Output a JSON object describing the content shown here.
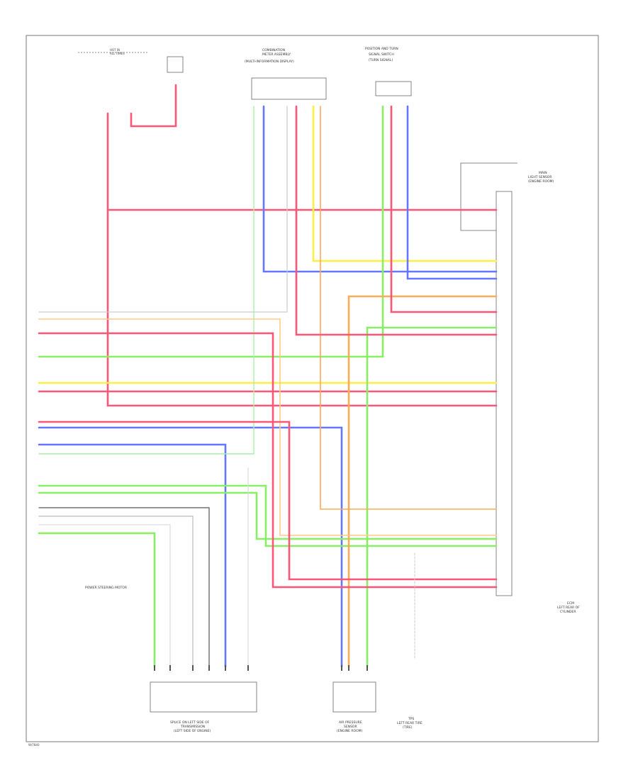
{
  "diagram": {
    "title_top_left_1": "HOT IN",
    "title_top_left_2": "ALL TIMES",
    "top_connectors": [
      {
        "label_1": "COMBINATION",
        "label_2": "METER ASSEMBLY",
        "label_3": "(MULTI-INFORMATION DISPLAY)"
      },
      {
        "label_1": "POSITION AND TURN",
        "label_2": "SIGNAL SWITCH",
        "label_3": "(TURN SIGNAL)"
      }
    ],
    "right_module": {
      "label_1": "MAIN",
      "label_2": "LIGHT SENSOR",
      "label_3": "(ENGINE ROOM)"
    },
    "bottom_left_label": "POWER STEERING MOTOR",
    "bottom_components": [
      {
        "label_1": "SPLICE ON LEFT SIDE OF",
        "label_2": "TRANSMISSION",
        "label_3": "(LEFT SIDE OF ENGINE)"
      },
      {
        "label_1": "AIR PRESSURE",
        "label_2": "SENSOR",
        "label_3": "(ENGINE ROOM)"
      },
      {
        "label_1": "TPS",
        "label_2": "LEFT REAR TIRE",
        "label_3": "(TIRE)"
      }
    ],
    "right_bottom_label_1": "ECM",
    "right_bottom_label_2": "LEFT REAR OF",
    "right_bottom_label_3": "CYLINDER",
    "footer_code": "W/7840"
  }
}
